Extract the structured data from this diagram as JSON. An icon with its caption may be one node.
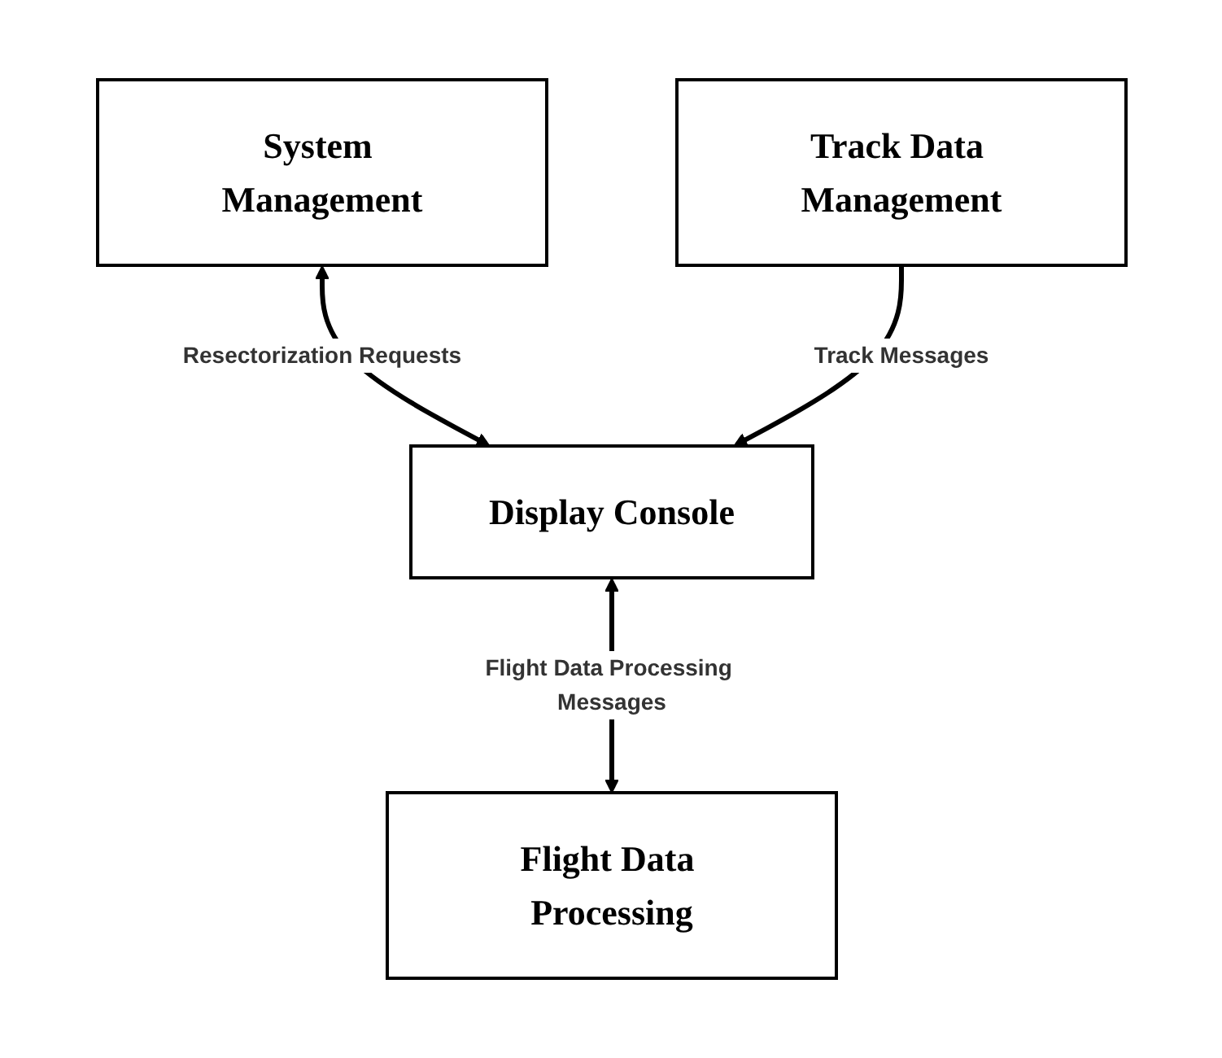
{
  "diagram": {
    "nodes": [
      {
        "text": [
          "System Management"
        ]
      },
      {
        "text": [
          "Display Console"
        ]
      },
      {
        "text": [
          "Flight Data Processing"
        ]
      },
      {
        "text": [
          "Track Data Management"
        ]
      }
    ],
    "edges": [
      {
        "from": 0,
        "to": 1,
        "arrow": "both",
        "label": "Resectorization Requests"
      },
      {
        "from": 1,
        "to": 2,
        "arrow": "both",
        "label": "Flight Data Processing Messages"
      },
      {
        "from": 3,
        "to": 1,
        "arrow": "to",
        "label": "Track Messages"
      }
    ]
  }
}
